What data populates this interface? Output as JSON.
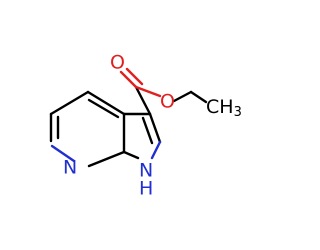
{
  "molecule": {
    "atoms": {
      "n6": {
        "text": "N",
        "color": "#1f2fd0"
      },
      "nh": {
        "text": "N",
        "color": "#1f2fd0"
      },
      "h": {
        "text": "H",
        "color": "#1f2fd0"
      },
      "o1": {
        "text": "O",
        "color": "#e02020"
      },
      "o2": {
        "text": "O",
        "color": "#e02020"
      },
      "ch3": {
        "text": "CH",
        "sub": "3",
        "color": "#000000"
      }
    },
    "bond_colors": {
      "carbon": "#000000",
      "nitrogen": "#1f2fd0",
      "oxygen": "#e02020"
    }
  }
}
